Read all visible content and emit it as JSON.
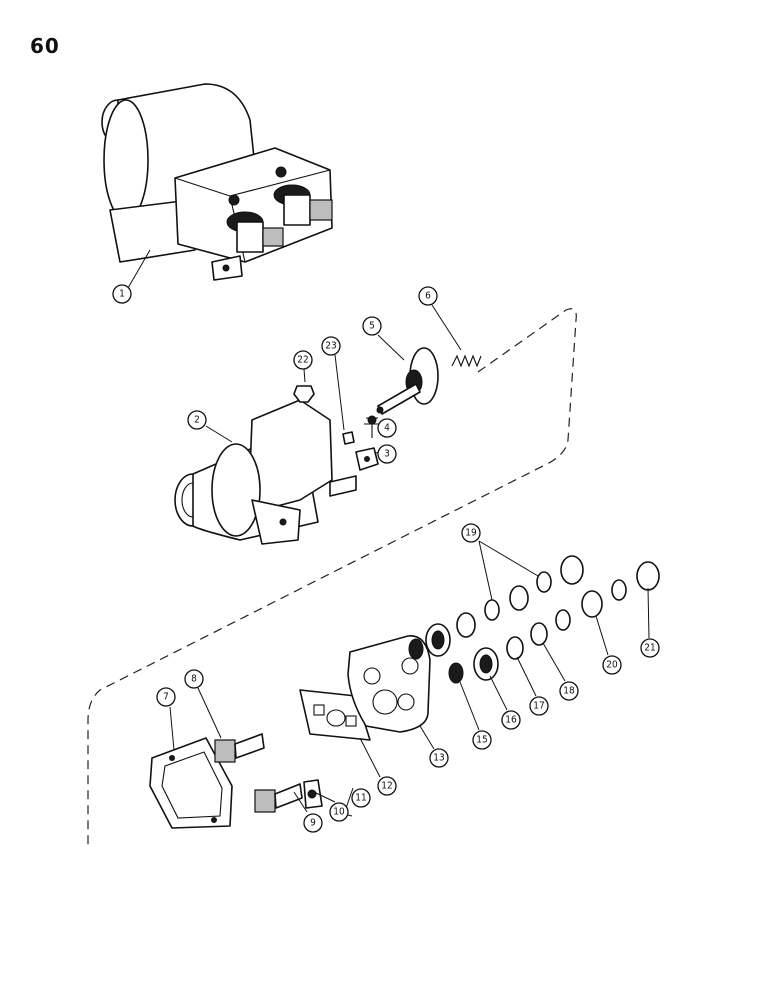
{
  "page": {
    "number": "60"
  },
  "callouts": [
    "1",
    "2",
    "3",
    "4",
    "5",
    "6",
    "7",
    "8",
    "9",
    "10",
    "11",
    "12",
    "13",
    "15",
    "16",
    "17",
    "18",
    "19",
    "20",
    "21",
    "22",
    "23"
  ]
}
